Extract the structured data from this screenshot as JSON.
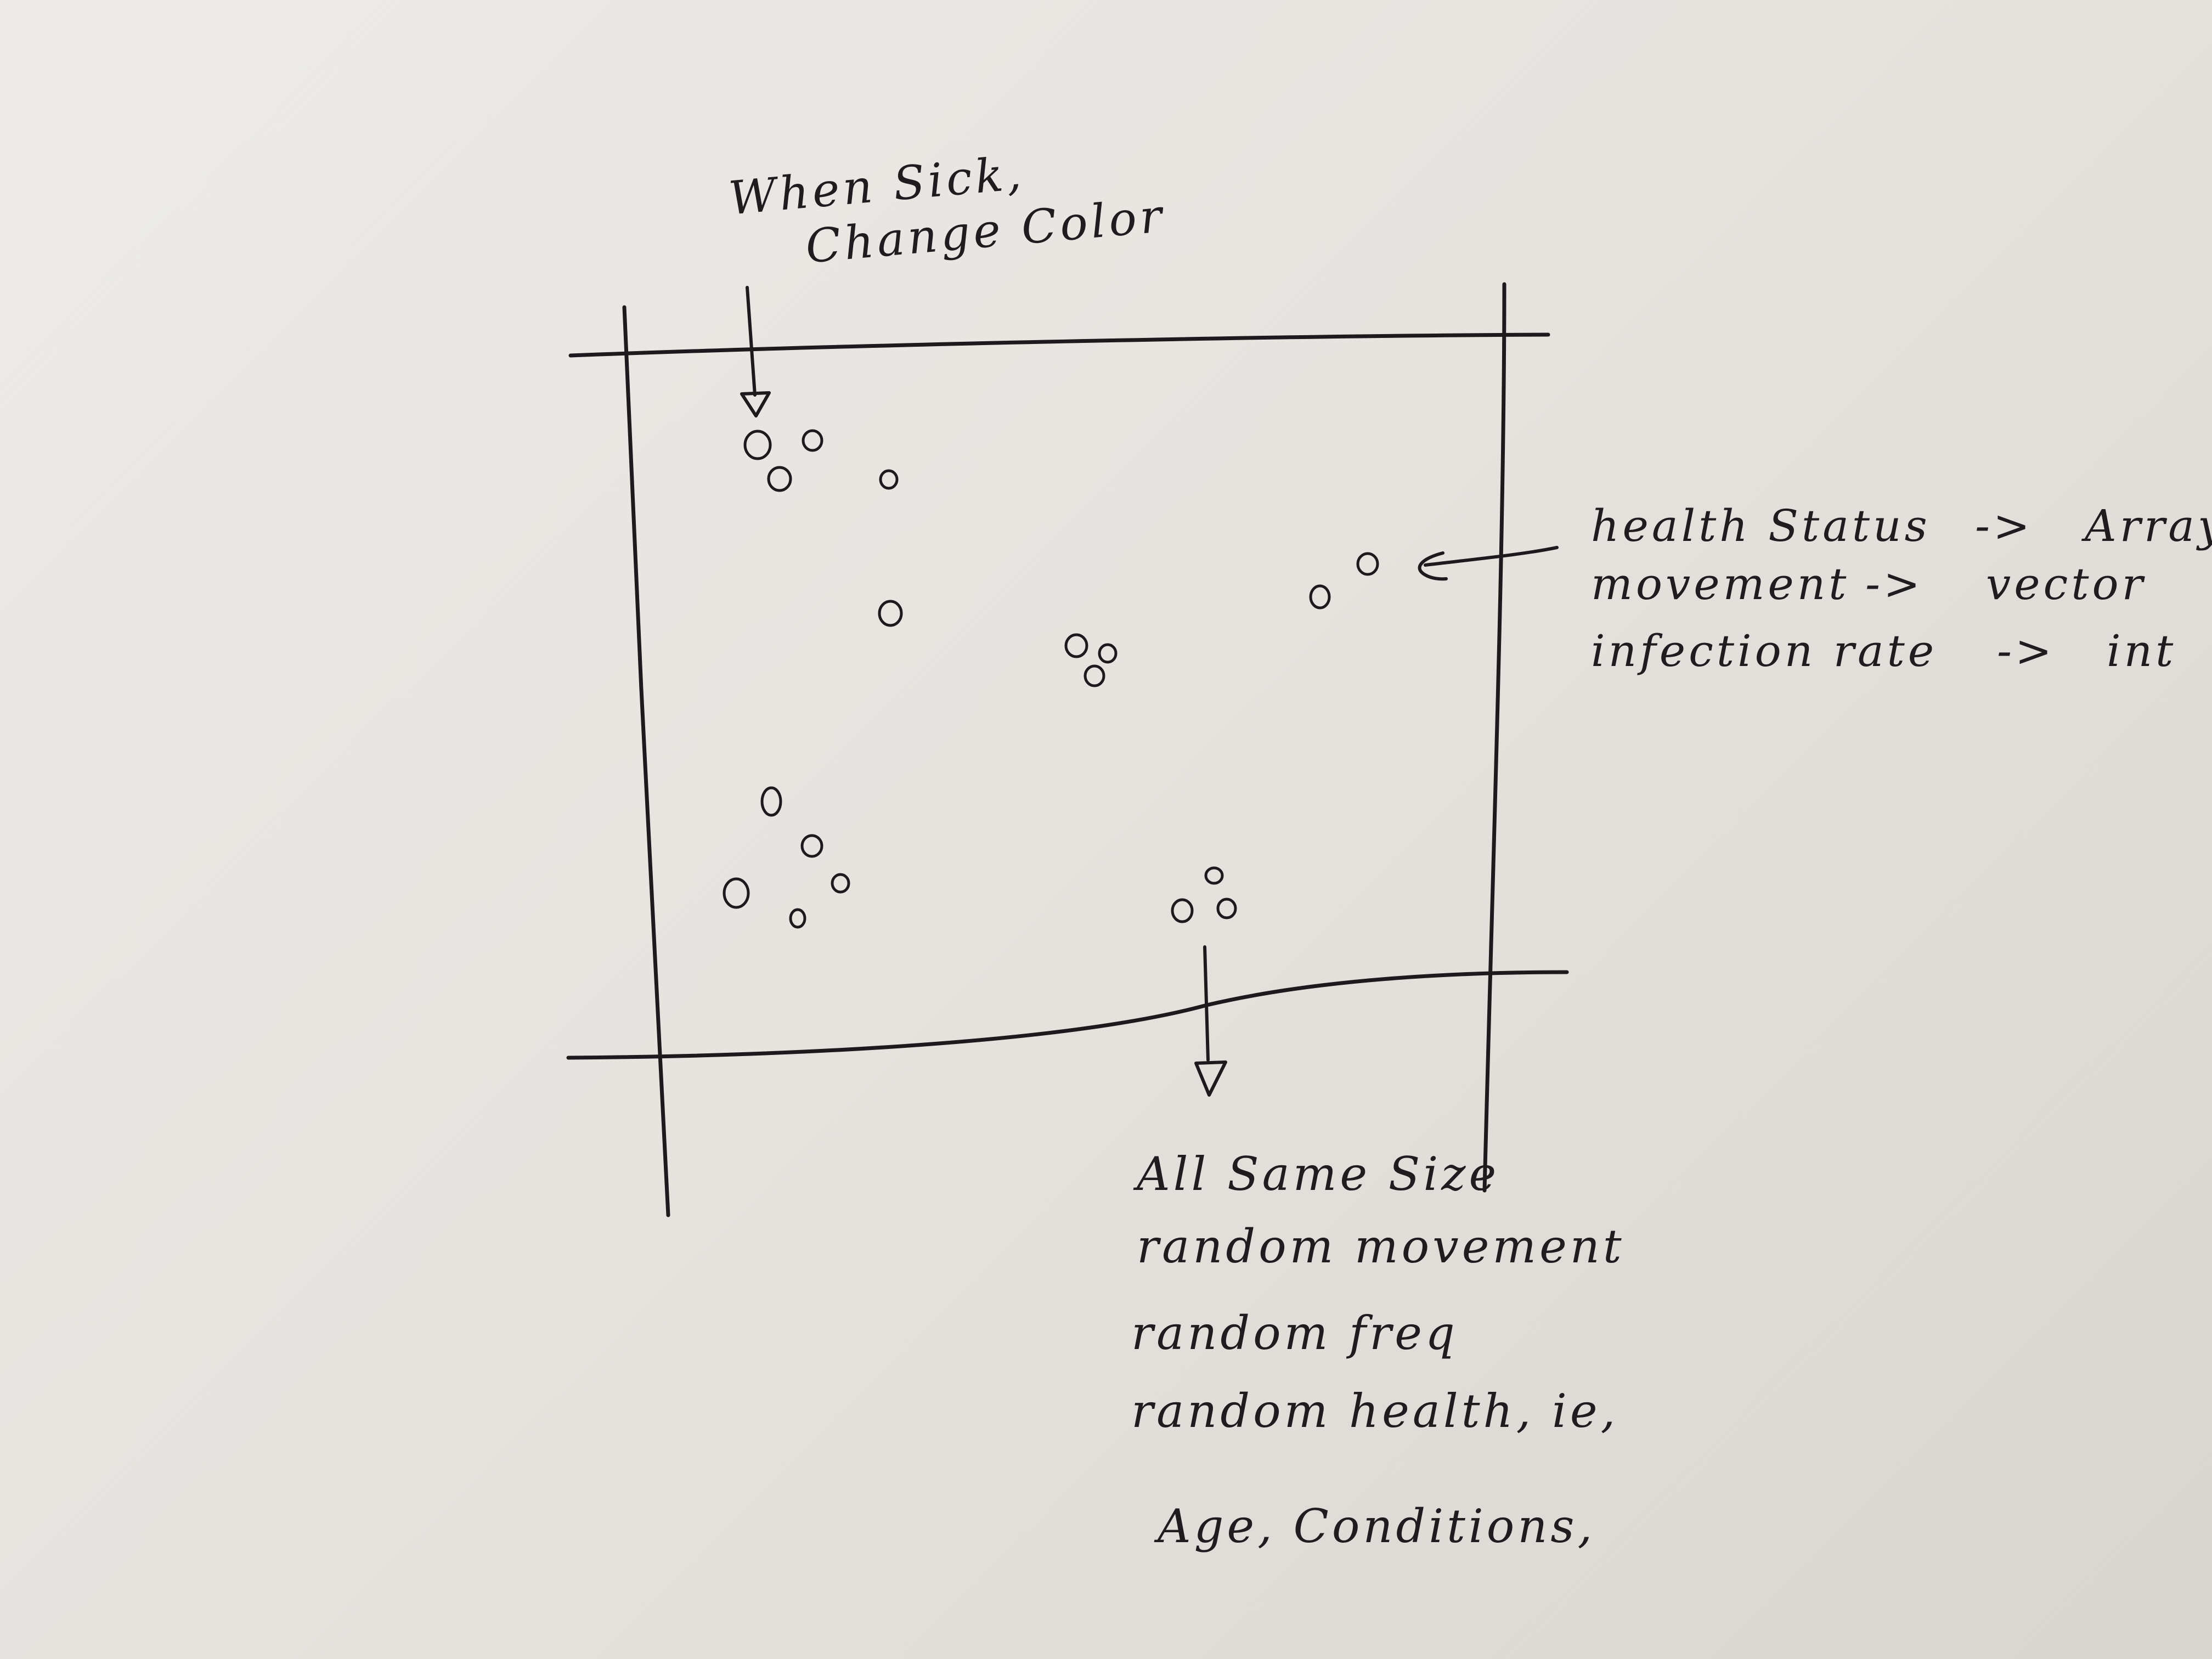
{
  "notes": {
    "sick_line1": "When Sick,",
    "sick_line2": "Change Color",
    "attributes": [
      {
        "name": "health Status",
        "arrow": "->",
        "type": "Array"
      },
      {
        "name": "movement",
        "arrow": "->",
        "type": "vector"
      },
      {
        "name": "infection rate",
        "arrow": "->",
        "type": "int"
      }
    ],
    "properties": [
      "All Same Size",
      "random movement",
      "random freq",
      "random health, ie,",
      "Age, Conditions,"
    ]
  },
  "colors": {
    "ink": "#1c1a1c",
    "paper": "#e9e7e3"
  }
}
